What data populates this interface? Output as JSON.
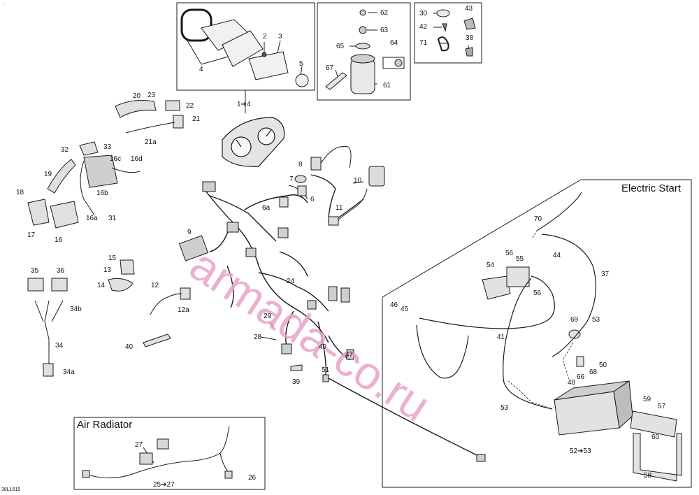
{
  "diagram_code": "38L1615",
  "corner_mark": "′",
  "watermark": "armada-co.ru",
  "sections": {
    "electric_start": "Electric Start",
    "air_radiator": "Air Radiator"
  },
  "callouts": {
    "c1_4": "1➔4",
    "c2": "2",
    "c3": "3",
    "c4": "4",
    "c5": "5",
    "c6": "6",
    "c6a": "6a",
    "c7": "7",
    "c8": "8",
    "c9": "9",
    "c10": "10",
    "c11": "11",
    "c12": "12",
    "c12a": "12a",
    "c13": "13",
    "c14": "14",
    "c15": "15",
    "c16": "16",
    "c16a": "16a",
    "c16b": "16b",
    "c16c": "16c",
    "c16d": "16d",
    "c17": "17",
    "c18": "18",
    "c19": "19",
    "c20": "20",
    "c21": "21",
    "c21a": "21a",
    "c22": "22",
    "c23": "23",
    "c24": "24",
    "c25_27": "25➔27",
    "c26": "26",
    "c27": "27",
    "c28": "28",
    "c29": "29",
    "c30": "30",
    "c31": "31",
    "c32": "32",
    "c33": "33",
    "c34": "34",
    "c34a": "34a",
    "c34b": "34b",
    "c35": "35",
    "c36": "36",
    "c37": "37",
    "c38": "38",
    "c39": "39",
    "c40": "40",
    "c41": "41",
    "c42": "42",
    "c43": "43",
    "c44": "44",
    "c45": "45",
    "c46": "46",
    "c47": "47",
    "c48": "48",
    "c49": "49",
    "c50": "50",
    "c51": "51",
    "c52_53": "52➔53",
    "c53a": "53",
    "c53b": "53",
    "c54": "54",
    "c55": "55",
    "c56a": "56",
    "c56b": "56",
    "c57": "57",
    "c58": "58",
    "c59": "59",
    "c60": "60",
    "c61": "61",
    "c62": "62",
    "c63": "63",
    "c64": "64",
    "c65": "65",
    "c66": "66",
    "c67": "67",
    "c68": "68",
    "c69": "69",
    "c70": "70",
    "c71": "71"
  },
  "colors": {
    "line": "#1a1a1a",
    "watermark": "#e8a3c8",
    "part_fill": "#d9d9d9",
    "part_dark": "#555555"
  }
}
